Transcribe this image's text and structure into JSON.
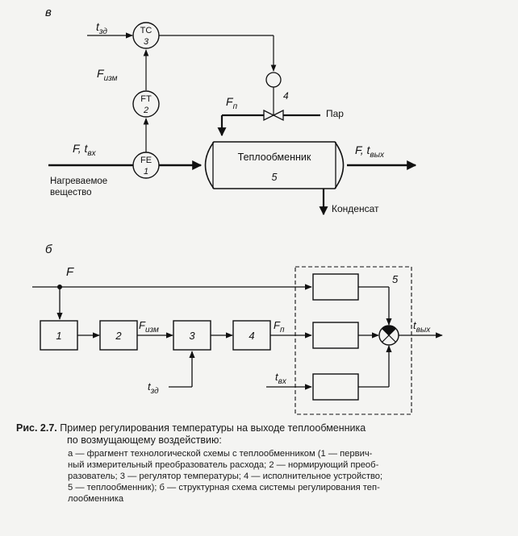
{
  "panel_a": {
    "label": "в",
    "setpoint": {
      "t": "t",
      "sub": "зд"
    },
    "tc": {
      "tag": "TC",
      "num": "3"
    },
    "f_meas": {
      "F": "F",
      "sub": "изм"
    },
    "ft": {
      "tag": "FT",
      "num": "2"
    },
    "fe": {
      "tag": "FE",
      "num": "1"
    },
    "valve_num": "4",
    "f_steam": {
      "F": "F",
      "sub": "п"
    },
    "steam": "Пар",
    "inlet": {
      "F": "F, ",
      "t": "t",
      "sub": "вх"
    },
    "outlet": {
      "F": "F, ",
      "t": "t",
      "sub": "вых"
    },
    "heated_1": "Нагреваемое",
    "heated_2": "вещество",
    "hx_name": "Теплообменник",
    "hx_num": "5",
    "condensate": "Конденсат"
  },
  "panel_b": {
    "label": "б",
    "F": "F",
    "b1": "1",
    "b2": "2",
    "b3": "3",
    "b4": "4",
    "b5": "5",
    "f_meas": {
      "F": "F",
      "sub": "изм"
    },
    "f_steam": {
      "F": "F",
      "sub": "п"
    },
    "t_out": {
      "t": "t",
      "sub": "вых"
    },
    "t_in": {
      "t": "t",
      "sub": "вх"
    },
    "t_set": {
      "t": "t",
      "sub": "зд"
    }
  },
  "caption": {
    "lead": "Рис. 2.7.",
    "title_1": "Пример регулирования температуры на выходе теплообменника",
    "title_2": "по возмущающему воздействию:",
    "lines": [
      "а — фрагмент технологической схемы с теплообменником (1 — первич-",
      "ный измерительный преобразователь расхода; 2 — нормирующий преоб-",
      "разователь; 3 — регулятор температуры; 4 — исполнительное устройство;",
      "5 — теплообменник); б — структурная схема системы регулирования теп-",
      "лообменника"
    ]
  }
}
